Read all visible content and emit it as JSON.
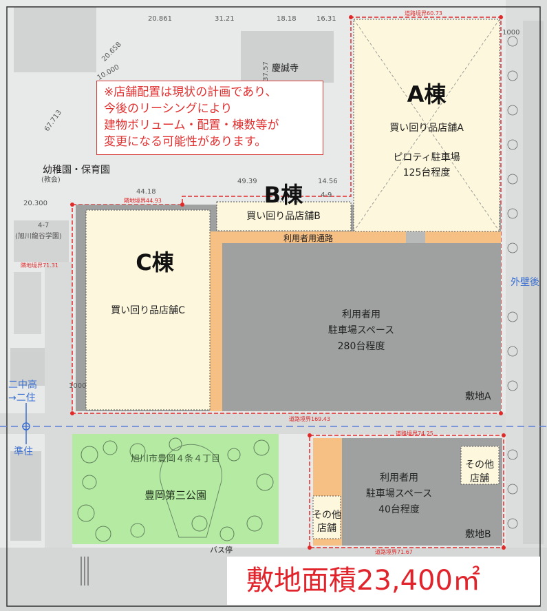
{
  "map": {
    "notice_lines": [
      "※店舗配置は現状の計画であり、",
      "今後のリーシングにより",
      "建物ボリューム・配置・棟数等が",
      "変更になる可能性があります。"
    ],
    "buildings": {
      "a": {
        "title": "A棟",
        "store": "買い回り品店舗A",
        "parking_line1": "ピロティ駐車場",
        "parking_line2": "125台程度"
      },
      "b": {
        "title": "B棟",
        "store": "買い回り品店舗B"
      },
      "c": {
        "title": "C棟",
        "store": "買い回り品店舗C"
      }
    },
    "lot_a": {
      "name": "敷地A",
      "lane": "利用者用通路",
      "parking_line1": "利用者用",
      "parking_line2": "駐車場スペース",
      "parking_line3": "280台程度"
    },
    "lot_b": {
      "name": "敷地B",
      "parking_line1": "利用者用",
      "parking_line2": "駐車場スペース",
      "parking_line3": "40台程度",
      "other_store_label": "その他店舗",
      "other_store_top_line1": "その他",
      "other_store_top_line2": "店舗",
      "other_store_bottom_line1": "その他",
      "other_store_bottom_line2": "店舗"
    },
    "surroundings": {
      "temple": "慶誠寺",
      "kindergarten": "幼稚園・保育園",
      "kindergarten_sub": "(教会)",
      "school_block": "4-7",
      "school_name": "(旭川龍谷学園)",
      "block_4_9": "4-9",
      "park_name": "豊岡第三公園",
      "park_address": "旭川市豊岡４条４丁目",
      "bus_stop": "バス停",
      "setback_label": "外壁後"
    },
    "zoning": {
      "upper": "二中高",
      "arrow_line": "→二住",
      "lower": "準住"
    },
    "dimensions": {
      "top_1": "20.861",
      "top_2": "31.21",
      "top_3": "18.18",
      "top_4": "16.31",
      "diag_1": "20.658",
      "diag_2": "10.000",
      "diag_3": "67.713",
      "dim_37_57": "37.57",
      "dim_44": "44.18",
      "dim_49": "49.39",
      "dim_14_56": "14.56",
      "dim_20": "20.300",
      "dim_1000_a": "1000",
      "dim_1000_c": "1000",
      "road_a_top": "道路境界60.73",
      "road_b_north": "隣地境界44.93",
      "road_c_west": "隣地境界71.31",
      "road_south_a": "道路境界169.43",
      "road_b_top": "道路境界74.25",
      "road_b_bottom": "道路境界71.67"
    },
    "site_area": "敷地面積23,400㎡"
  }
}
